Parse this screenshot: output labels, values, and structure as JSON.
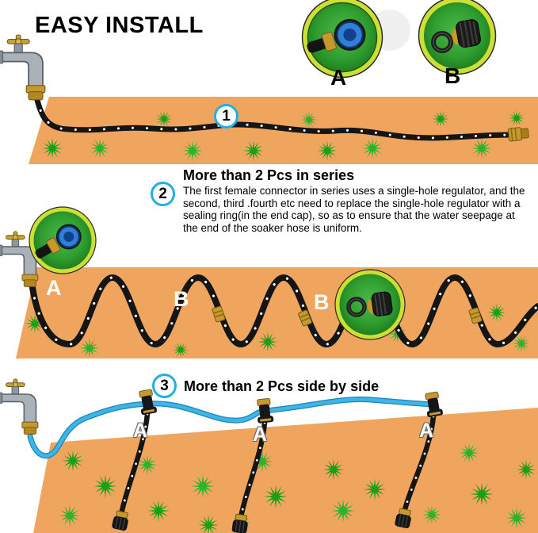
{
  "colors": {
    "soil": "#f0a55e",
    "plant_green_dark": "#18a018",
    "plant_green_light": "#2cb32c",
    "step_circle_blue": "#1fb0e8",
    "callout_ring_yellow": "#cdde34",
    "callout_green": "#2f9e2f",
    "hose_black": "#151515",
    "brass": "#c7982c",
    "feed_hose_blue": "#2ea7de",
    "connector_cap_blue": "#2f7fd4"
  },
  "header": {
    "title": "EASY INSTALL"
  },
  "callouts": {
    "a_label": "A",
    "b_label": "B"
  },
  "steps": {
    "step1": {
      "number": "1"
    },
    "step2": {
      "number": "2",
      "heading": "More than 2 Pcs in series",
      "body": "The first female connector in series uses a single-hole regulator, and the second, third .fourth etc need to replace the single-hole regulator with a sealing ring(in the end cap), so as to ensure that the water seepage at the end of the soaker hose  is uniform."
    },
    "step3": {
      "number": "3",
      "heading": "More than 2 Pcs  side by side"
    }
  },
  "hose_labels": {
    "band2_a": "A",
    "band2_b1": "B",
    "band2_b2": "B",
    "band3_a1": "A",
    "band3_a2": "A",
    "band3_a3": "A"
  }
}
